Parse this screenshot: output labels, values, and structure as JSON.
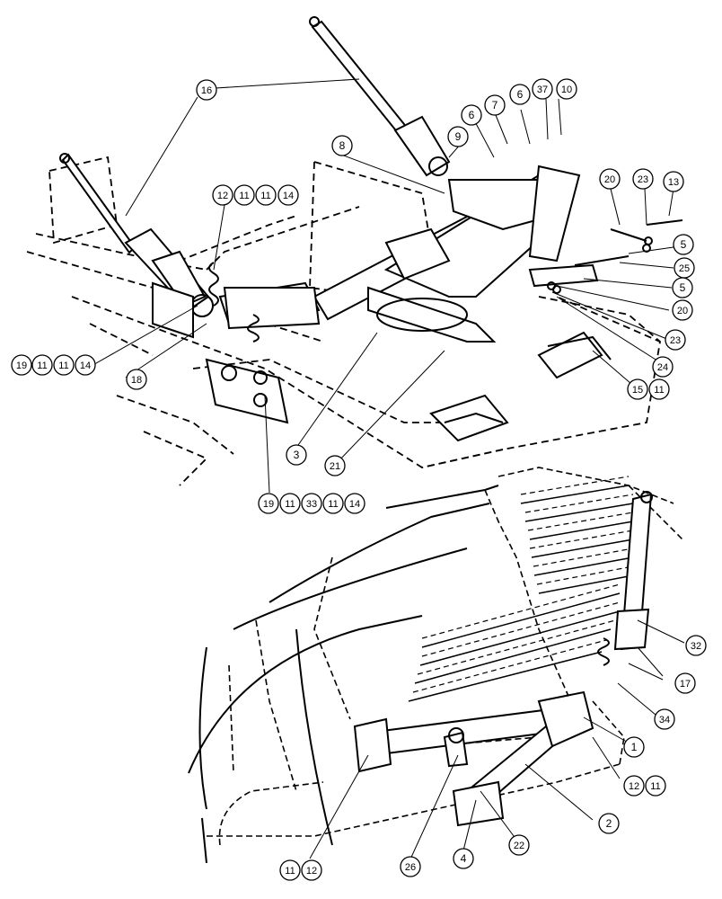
{
  "diagram": {
    "ink_color": "#000000",
    "paper_color": "#ffffff",
    "upper_view": {
      "callouts": [
        {
          "id": "c16",
          "label": "16"
        },
        {
          "id": "c9",
          "label": "9"
        },
        {
          "id": "c6a",
          "label": "6"
        },
        {
          "id": "c7",
          "label": "7"
        },
        {
          "id": "c6b",
          "label": "6"
        },
        {
          "id": "c37",
          "label": "37"
        },
        {
          "id": "c10",
          "label": "10"
        },
        {
          "id": "c8",
          "label": "8"
        },
        {
          "id": "c12t",
          "label": "12"
        },
        {
          "id": "c11t1",
          "label": "11"
        },
        {
          "id": "c11t2",
          "label": "11"
        },
        {
          "id": "c14t",
          "label": "14"
        },
        {
          "id": "c20a",
          "label": "20"
        },
        {
          "id": "c23a",
          "label": "23"
        },
        {
          "id": "c13",
          "label": "13"
        },
        {
          "id": "c5a",
          "label": "5"
        },
        {
          "id": "c25",
          "label": "25"
        },
        {
          "id": "c5b",
          "label": "5"
        },
        {
          "id": "c20b",
          "label": "20"
        },
        {
          "id": "c23b",
          "label": "23"
        },
        {
          "id": "c24",
          "label": "24"
        },
        {
          "id": "c15",
          "label": "15"
        },
        {
          "id": "c11r",
          "label": "11"
        },
        {
          "id": "c19a",
          "label": "19"
        },
        {
          "id": "c11a1",
          "label": "11"
        },
        {
          "id": "c11a2",
          "label": "11"
        },
        {
          "id": "c14a",
          "label": "14"
        },
        {
          "id": "c18",
          "label": "18"
        },
        {
          "id": "c3",
          "label": "3"
        },
        {
          "id": "c21",
          "label": "21"
        },
        {
          "id": "c19b",
          "label": "19"
        },
        {
          "id": "c11b1",
          "label": "11"
        },
        {
          "id": "c33",
          "label": "33"
        },
        {
          "id": "c11b2",
          "label": "11"
        },
        {
          "id": "c14b",
          "label": "14"
        }
      ]
    },
    "lower_view": {
      "callouts": [
        {
          "id": "c32",
          "label": "32"
        },
        {
          "id": "c17",
          "label": "17"
        },
        {
          "id": "c34",
          "label": "34"
        },
        {
          "id": "c1",
          "label": "1"
        },
        {
          "id": "c12r",
          "label": "12"
        },
        {
          "id": "c11rr",
          "label": "11"
        },
        {
          "id": "c2",
          "label": "2"
        },
        {
          "id": "c22",
          "label": "22"
        },
        {
          "id": "c4",
          "label": "4"
        },
        {
          "id": "c26",
          "label": "26"
        },
        {
          "id": "c11l",
          "label": "11"
        },
        {
          "id": "c12l",
          "label": "12"
        }
      ]
    }
  }
}
